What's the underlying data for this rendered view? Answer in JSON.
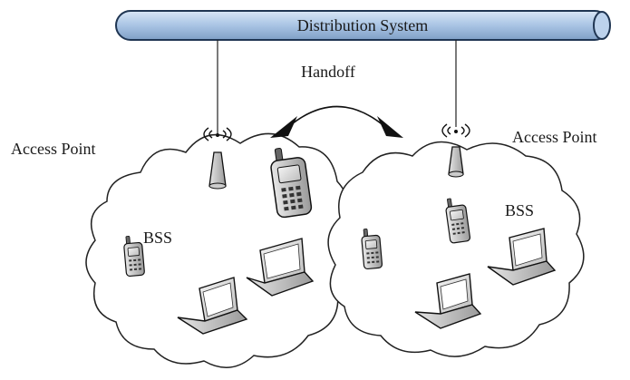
{
  "diagram": {
    "distribution_system_label": "Distribution System",
    "handoff_label": "Handoff",
    "access_point_left_label": "Access Point",
    "access_point_right_label": "Access Point",
    "bss_left_label": "BSS",
    "bss_right_label": "BSS",
    "colors": {
      "bus_fill": "#a9c4e4",
      "bus_stroke": "#1f3552",
      "line": "#222222"
    }
  }
}
